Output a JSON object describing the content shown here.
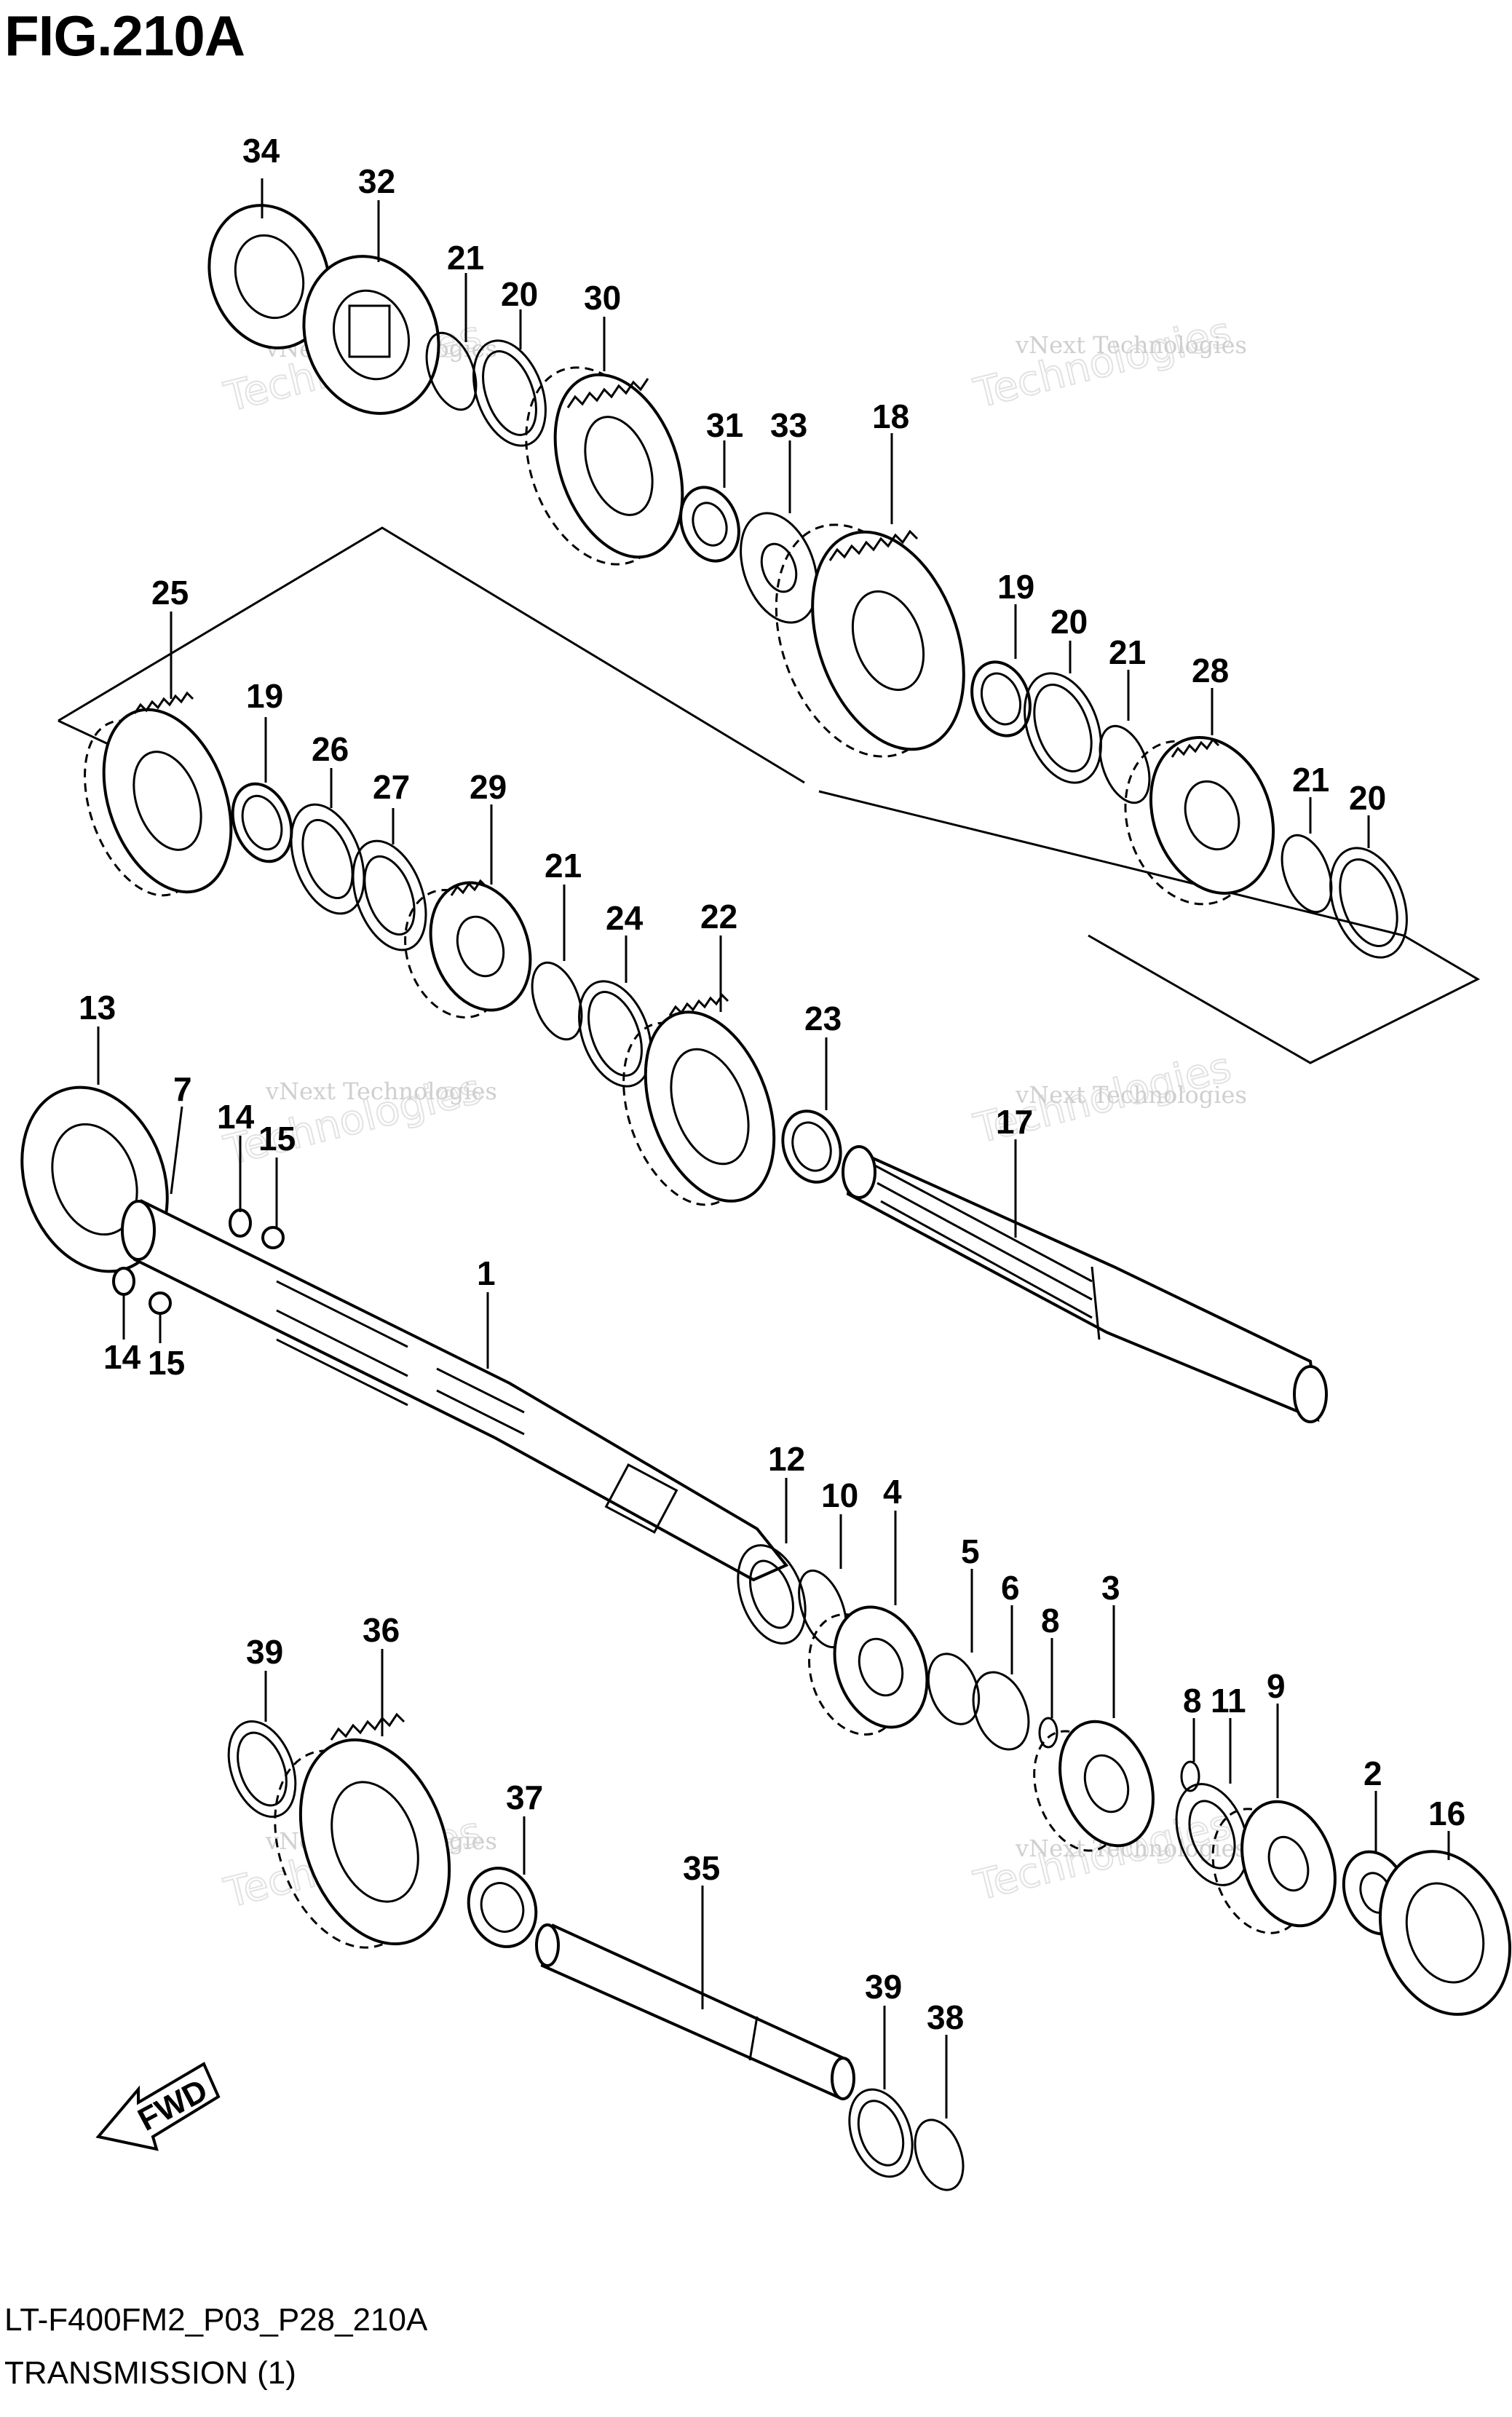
{
  "figure": {
    "title": "FIG.210A",
    "code": "LT-F400FM2_P03_P28_210A",
    "subtitle": "TRANSMISSION (1)"
  },
  "watermark": {
    "line1": "vNext Technologies",
    "line2": "Technologies"
  },
  "fwd_label": "FWD",
  "callouts": [
    {
      "id": "c34",
      "label": "34"
    },
    {
      "id": "c32",
      "label": "32"
    },
    {
      "id": "c21a",
      "label": "21"
    },
    {
      "id": "c20a",
      "label": "20"
    },
    {
      "id": "c30",
      "label": "30"
    },
    {
      "id": "c31",
      "label": "31"
    },
    {
      "id": "c33",
      "label": "33"
    },
    {
      "id": "c18",
      "label": "18"
    },
    {
      "id": "c25",
      "label": "25"
    },
    {
      "id": "c19a",
      "label": "19"
    },
    {
      "id": "c26",
      "label": "26"
    },
    {
      "id": "c27",
      "label": "27"
    },
    {
      "id": "c29",
      "label": "29"
    },
    {
      "id": "c19b",
      "label": "19"
    },
    {
      "id": "c20b",
      "label": "20"
    },
    {
      "id": "c21b",
      "label": "21"
    },
    {
      "id": "c28",
      "label": "28"
    },
    {
      "id": "c21c",
      "label": "21"
    },
    {
      "id": "c20c",
      "label": "20"
    },
    {
      "id": "c21d",
      "label": "21"
    },
    {
      "id": "c24",
      "label": "24"
    },
    {
      "id": "c22",
      "label": "22"
    },
    {
      "id": "c23",
      "label": "23"
    },
    {
      "id": "c13",
      "label": "13"
    },
    {
      "id": "c7",
      "label": "7"
    },
    {
      "id": "c14a",
      "label": "14"
    },
    {
      "id": "c15a",
      "label": "15"
    },
    {
      "id": "c17",
      "label": "17"
    },
    {
      "id": "c1",
      "label": "1"
    },
    {
      "id": "c14b",
      "label": "14"
    },
    {
      "id": "c15b",
      "label": "15"
    },
    {
      "id": "c12",
      "label": "12"
    },
    {
      "id": "c10",
      "label": "10"
    },
    {
      "id": "c4",
      "label": "4"
    },
    {
      "id": "c5",
      "label": "5"
    },
    {
      "id": "c6",
      "label": "6"
    },
    {
      "id": "c8a",
      "label": "8"
    },
    {
      "id": "c3",
      "label": "3"
    },
    {
      "id": "c39a",
      "label": "39"
    },
    {
      "id": "c36",
      "label": "36"
    },
    {
      "id": "c8b",
      "label": "8"
    },
    {
      "id": "c11",
      "label": "11"
    },
    {
      "id": "c9",
      "label": "9"
    },
    {
      "id": "c2",
      "label": "2"
    },
    {
      "id": "c16",
      "label": "16"
    },
    {
      "id": "c37",
      "label": "37"
    },
    {
      "id": "c35",
      "label": "35"
    },
    {
      "id": "c39b",
      "label": "39"
    },
    {
      "id": "c38",
      "label": "38"
    }
  ]
}
